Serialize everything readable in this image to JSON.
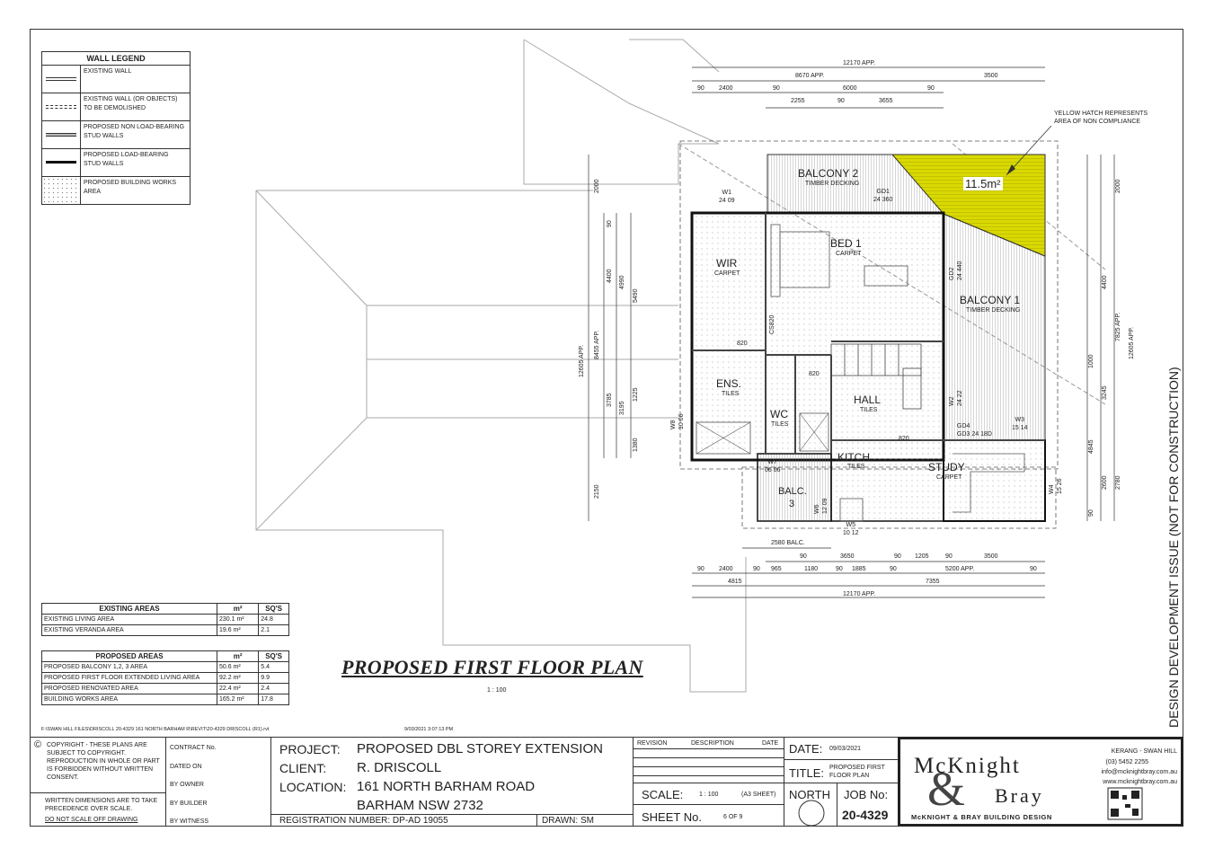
{
  "legend": {
    "title": "WALL LEGEND",
    "items": [
      {
        "label": "EXISTING WALL",
        "style": "double"
      },
      {
        "label": "EXISTING WALL (OR OBJECTS) TO BE DEMOLISHED",
        "style": "dashed"
      },
      {
        "label": "PROPOSED NON LOAD-BEARING STUD WALLS",
        "style": "grey"
      },
      {
        "label": "PROPOSED LOAD-BEARING STUD WALLS",
        "style": "thick"
      },
      {
        "label": "PROPOSED BUILDING WORKS AREA",
        "style": "dotted"
      }
    ]
  },
  "existing_areas": {
    "header": [
      "EXISTING AREAS",
      "m²",
      "SQ'S"
    ],
    "rows": [
      [
        "EXISTING LIVING AREA",
        "230.1 m²",
        "24.8"
      ],
      [
        "EXISTING VERANDA AREA",
        "19.6 m²",
        "2.1"
      ]
    ]
  },
  "proposed_areas": {
    "header": [
      "PROPOSED AREAS",
      "m²",
      "SQ'S"
    ],
    "rows": [
      [
        "PROPOSED BALCONY 1,2, 3 AREA",
        "50.6 m²",
        "5.4"
      ],
      [
        "PROPOSED FIRST FLOOR EXTENDED LIVING AREA",
        "92.2 m²",
        "9.9"
      ],
      [
        "PROPOSED RENOVATED AREA",
        "22.4 m²",
        "2.4"
      ],
      [
        "BUILDING WORKS AREA",
        "165.2 m²",
        "17.8"
      ]
    ]
  },
  "plan": {
    "title": "PROPOSED FIRST FLOOR PLAN",
    "scale": "1 : 100",
    "file_path": "F:\\SWAN HILL FILES\\DRISCOLL 20-4329 161 NORTH BARHAM R\\REVIT\\20-4329 DRISCOLL (R1).rvt",
    "timestamp": "9/03/2021 3:07:13 PM",
    "hatch_note": "YELLOW HATCH REPRESENTS AREA OF NON COMPLIANCE",
    "hatch_area": "11.5m²",
    "rooms": [
      {
        "name": "BALCONY 2",
        "finish": "TIMBER DECKING"
      },
      {
        "name": "BED 1",
        "finish": "CARPET"
      },
      {
        "name": "WIR",
        "finish": "CARPET"
      },
      {
        "name": "BALCONY 1",
        "finish": "TIMBER DECKING"
      },
      {
        "name": "ENS.",
        "finish": "TILES"
      },
      {
        "name": "WC",
        "finish": "TILES"
      },
      {
        "name": "HALL",
        "finish": "TILES"
      },
      {
        "name": "KITCH.",
        "finish": "TILES"
      },
      {
        "name": "STUDY",
        "finish": "CARPET"
      },
      {
        "name": "BALC.",
        "finish": "3"
      }
    ],
    "dims_top": {
      "overall": "12170 APP.",
      "a": "8670 APP.",
      "b": "3500",
      "c1": "90",
      "c2": "2400",
      "c3": "90",
      "c4": "6000",
      "c5": "90",
      "d1": "2255",
      "d2": "90",
      "d3": "3655"
    },
    "dims_bottom": {
      "balc": "2580 BALC.",
      "r1": "90",
      "r2": "3650",
      "r3": "90",
      "r4": "1205",
      "r5": "90",
      "r6": "3500",
      "s1": "90",
      "s2": "2400",
      "s3": "90",
      "s4": "965",
      "s5": "1180",
      "s6": "90",
      "s7": "1885",
      "s8": "90",
      "s9": "5200 APP.",
      "s10": "90",
      "t1": "4815",
      "t2": "7355",
      "overall": "12170 APP."
    },
    "dims_left": {
      "overall": "12605 APP.",
      "a": "8455 APP.",
      "b": "4400",
      "c": "4990",
      "d": "5490",
      "e": "3785",
      "f": "3195",
      "g": "1225",
      "h": "1380",
      "i": "2150",
      "j": "2000",
      "k": "90"
    },
    "dims_right": {
      "overall": "12605 APP.",
      "a": "7825 APP.",
      "b": "2000",
      "c": "4400",
      "d": "1000",
      "e": "3245",
      "f": "4845",
      "g": "2600",
      "h": "2780",
      "i": "90"
    },
    "tags": {
      "w1": "W1\n24 09",
      "gd1": "GD1\n24 360",
      "gd2": "GD2\n24 440",
      "gd3": "GD3\n24 18D",
      "w2": "W2\n24 22",
      "w3": "W3\n15 14",
      "w4": "W4\n15 26",
      "w5": "W5\n10 12",
      "w8": "W8\n10 06",
      "w7": "W7\n06 06",
      "w6": "W6\n12 09",
      "cs": "CS820",
      "d820a": "820",
      "d820b": "820",
      "d820c": "820",
      "gd4": "GD4"
    }
  },
  "side_note": "DESIGN DEVELOPMENT ISSUE (NOT FOR CONSTRUCTION)",
  "title_block": {
    "copyright": "COPYRIGHT - THESE PLANS ARE SUBJECT TO COPYRIGHT. REPRODUCTION IN WHOLE OR PART IS FORBIDDEN WITHOUT WRITTEN CONSENT.",
    "precedence": "WRITTEN DIMENSIONS ARE TO TAKE PRECEDENCE OVER SCALE.",
    "noscale": "DO NOT SCALE OFF DRAWING",
    "contract": "CONTRACT No.",
    "dated_on": "DATED ON",
    "by_owner": "BY OWNER",
    "by_builder": "BY BUILDER",
    "by_witness": "BY WITNESS",
    "project_label": "PROJECT:",
    "project": "PROPOSED DBL STOREY EXTENSION",
    "client_label": "CLIENT:",
    "client": "R. DRISCOLL",
    "location_label": "LOCATION:",
    "location1": "161 NORTH BARHAM ROAD",
    "location2": "BARHAM NSW 2732",
    "registration": "REGISTRATION NUMBER: DP-AD 19055",
    "drawn": "DRAWN: SM",
    "revision": "REVISION",
    "description": "DESCRIPTION",
    "date_col": "DATE",
    "scale_label": "SCALE:",
    "scale": "1 : 100",
    "sheet_size": "(A3 SHEET)",
    "sheet_label": "SHEET No.",
    "sheet": "6 OF 9",
    "date_label": "DATE:",
    "date": "09/03/2021",
    "title_label": "TITLE:",
    "title": "PROPOSED FIRST FLOOR PLAN",
    "north": "NORTH",
    "job_label": "JOB No:",
    "job": "20-4329",
    "brand1": "McKnight",
    "brand2": "Bray",
    "brand_amp": "&",
    "brand_full": "McKNIGHT & BRAY BUILDING DESIGN",
    "office": "KERANG - SWAN HILL",
    "phone": "(03) 5452 2255",
    "email": "info@mcknightbray.com.au",
    "web": "www.mcknightbray.com.au"
  },
  "colors": {
    "hatch": "#d9d900",
    "line": "#333333",
    "grey": "#9a9a9a",
    "paper": "#ffffff"
  }
}
